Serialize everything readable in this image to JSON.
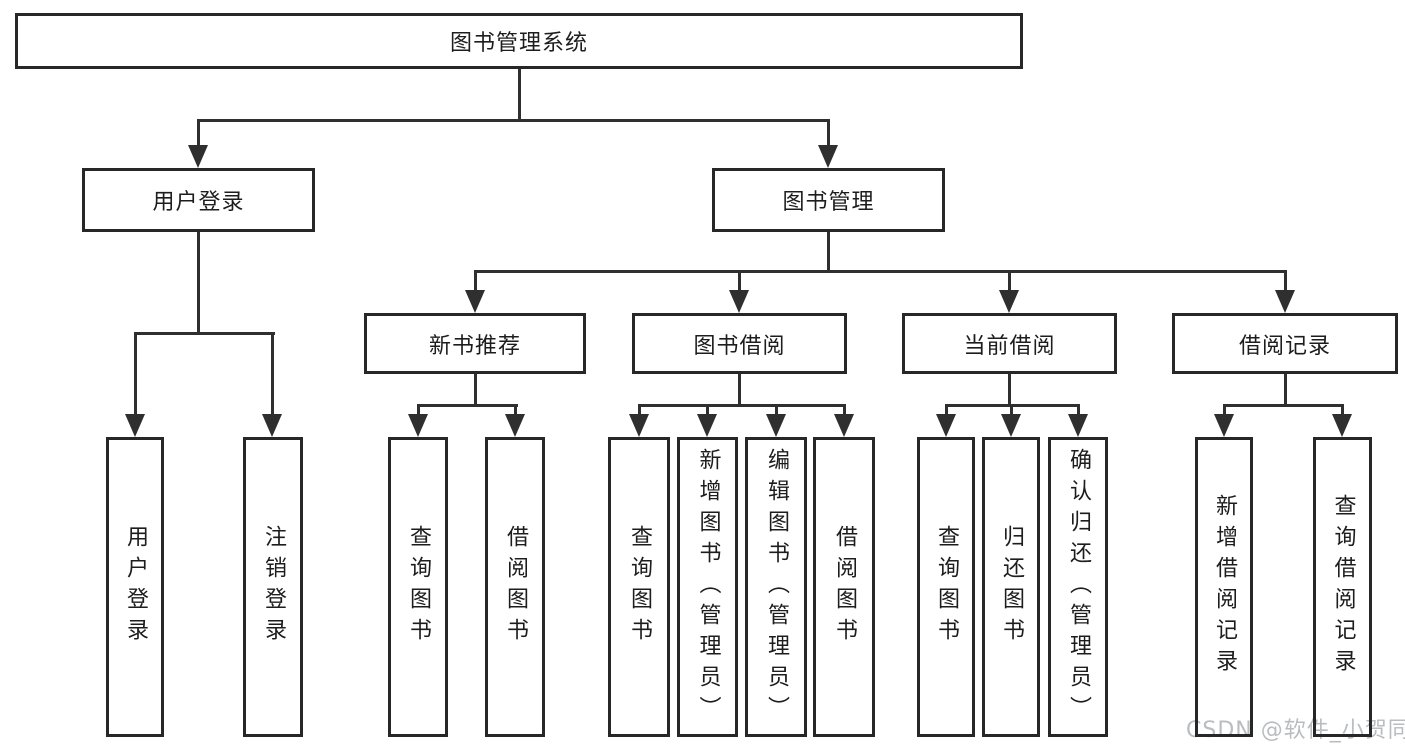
{
  "tree": {
    "root": {
      "label": "图书管理系统"
    },
    "branches": [
      {
        "label": "用户登录",
        "children": [
          {
            "label": "用户登录"
          },
          {
            "label": "注销登录"
          }
        ]
      },
      {
        "label": "图书管理",
        "children": [
          {
            "label": "新书推荐",
            "children": [
              {
                "label": "查询图书"
              },
              {
                "label": "借阅图书"
              }
            ]
          },
          {
            "label": "图书借阅",
            "children": [
              {
                "label": "查询图书"
              },
              {
                "label": "新增图书（管理员）"
              },
              {
                "label": "编辑图书（管理员）"
              },
              {
                "label": "借阅图书"
              }
            ]
          },
          {
            "label": "当前借阅",
            "children": [
              {
                "label": "查询图书"
              },
              {
                "label": "归还图书"
              },
              {
                "label": "确认归还（管理员）"
              }
            ]
          },
          {
            "label": "借阅记录",
            "children": [
              {
                "label": "新增借阅记录"
              },
              {
                "label": "查询借阅记录"
              }
            ]
          }
        ]
      }
    ]
  },
  "watermark": {
    "text": "CSDN @软件_小贺同学"
  },
  "colors": {
    "line": "#2f2f2f",
    "box-border": "#272727",
    "text": "#1d1d1d",
    "watermark": "#b9bdc0",
    "background": "#ffffff"
  }
}
